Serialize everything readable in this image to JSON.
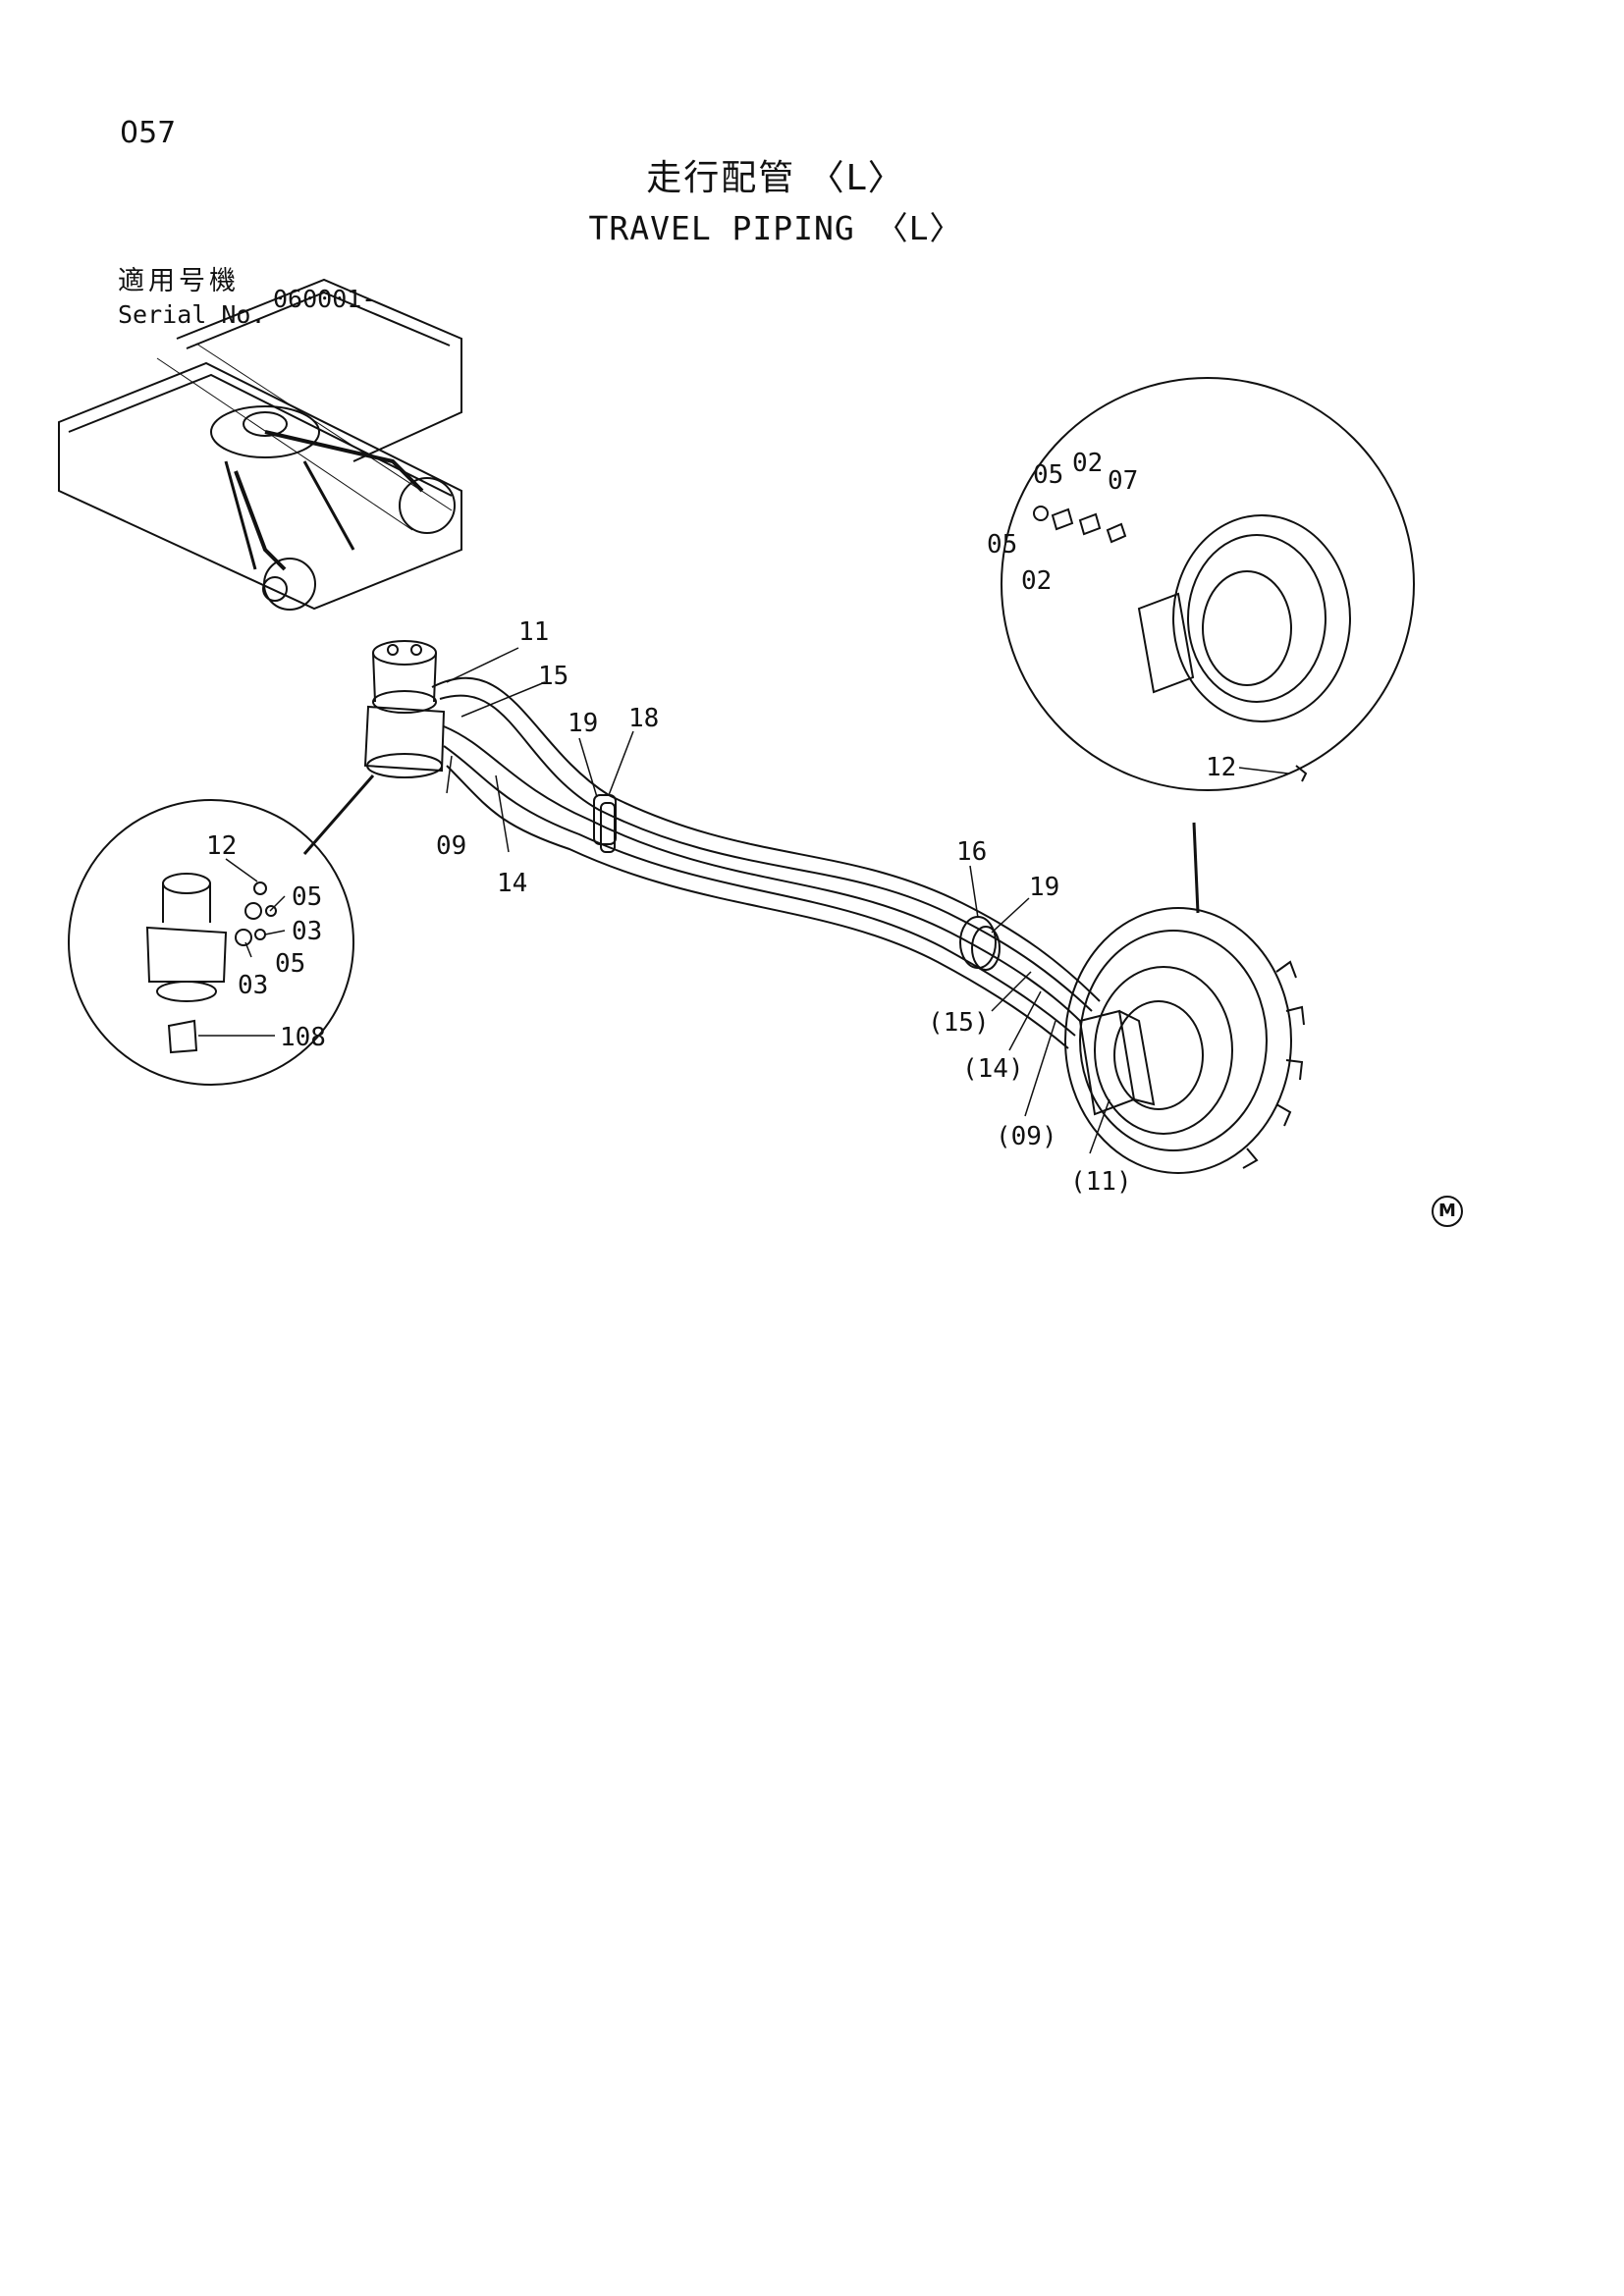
{
  "header": {
    "page_number": "057",
    "title_jp": "走行配管 〈L〉",
    "title_en": "TRAVEL PIPING 〈L〉",
    "serial_label_jp": "適用号機",
    "serial_label_en": "Serial No.",
    "serial_value": "060001-"
  },
  "callouts": {
    "c11": "11",
    "c15": "15",
    "c19a": "19",
    "c18": "18",
    "c09": "09",
    "c14": "14",
    "c16": "16",
    "c19b": "19",
    "p15": "(15)",
    "p14": "(14)",
    "p09": "(09)",
    "p11": "(11)",
    "d_12": "12",
    "d_05a": "05",
    "d_03a": "03",
    "d_05b": "05",
    "d_03b": "03",
    "d_108": "108",
    "r_05a": "05",
    "r_02a": "02",
    "r_07": "07",
    "r_05b": "05",
    "r_02b": "02",
    "r_12": "12"
  },
  "footer": {
    "mark": "M"
  },
  "colors": {
    "ink": "#111111",
    "paper": "#ffffff"
  }
}
